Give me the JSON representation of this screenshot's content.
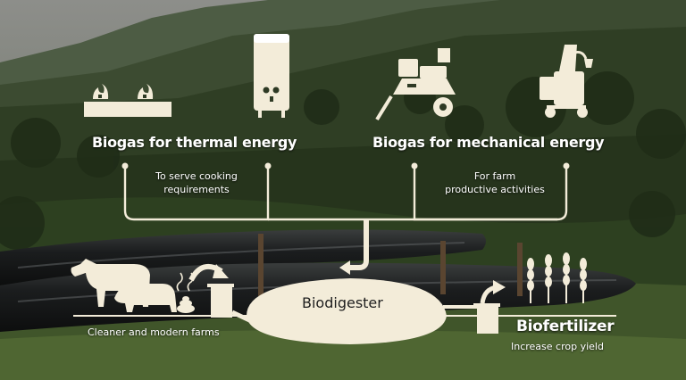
{
  "thermal": {
    "title": "Biogas for thermal energy",
    "desc_line1": "To serve cooking",
    "desc_line2": "requirements"
  },
  "mechanical": {
    "title": "Biogas for mechanical energy",
    "desc_line1": "For farm",
    "desc_line2": "productive activities"
  },
  "center": {
    "label": "Biodigester"
  },
  "farms": {
    "label": "Cleaner and modern farms"
  },
  "fertilizer": {
    "title": "Biofertilizer",
    "desc": "Increase crop yield"
  },
  "colors": {
    "icon": "#f3ecd9",
    "text": "#ffffff",
    "line": "#f3ecd9"
  },
  "icons": [
    "cooking-stove-icon",
    "water-heater-icon",
    "milling-machine-icon",
    "milking-machine-icon",
    "cow-icon",
    "pig-icon",
    "manure-icon",
    "inlet-tank-icon",
    "biodigester-icon",
    "outlet-tank-icon",
    "crops-icon"
  ]
}
